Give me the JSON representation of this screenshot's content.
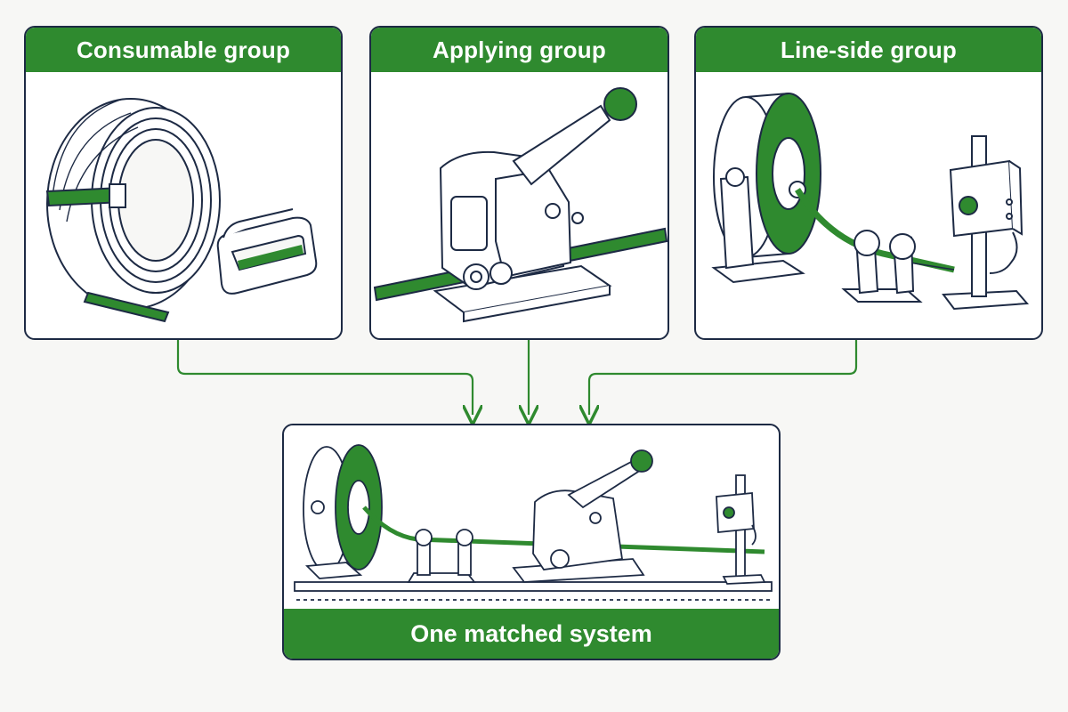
{
  "colors": {
    "accent": "#2f8a2f",
    "outline": "#1d2a44",
    "background": "#f7f7f5",
    "panel": "#ffffff"
  },
  "panels": {
    "consumable": {
      "title": "Consumable group"
    },
    "applying": {
      "title": "Applying group"
    },
    "line_side": {
      "title": "Line-side group"
    },
    "system": {
      "title": "One matched system"
    }
  },
  "icons": {
    "consumable": [
      "strap-coil-icon",
      "strap-seal-icon"
    ],
    "applying": [
      "strapping-tool-icon"
    ],
    "line_side": [
      "strap-reel-dispenser-icon",
      "strap-guide-roller-icon",
      "sensor-post-icon"
    ],
    "system": [
      "strapping-line-assembly-icon"
    ]
  }
}
